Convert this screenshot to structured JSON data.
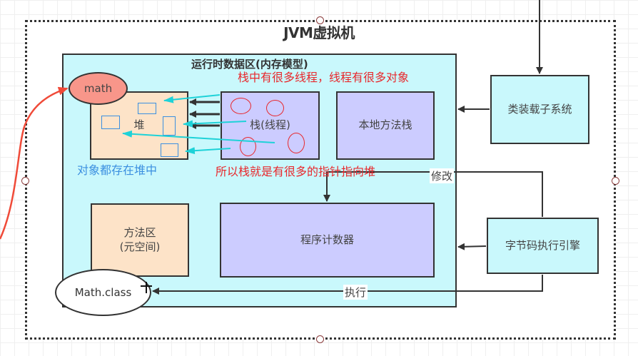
{
  "diagram": {
    "title": "JVM虚拟机",
    "runtime_area": {
      "title": "运行时数据区(内存模型)",
      "heap": {
        "label": "堆",
        "badge": "math"
      },
      "stack": {
        "label": "栈(线程)"
      },
      "native_stack": {
        "label": "本地方法栈"
      },
      "method_area": {
        "line1": "方法区",
        "line2": "(元空间)"
      },
      "program_counter": {
        "label": "程序计数器"
      }
    },
    "class_loader": {
      "label": "类装载子系统"
    },
    "execution_engine": {
      "label": "字节码执行引擎"
    },
    "class_file": {
      "label": "Math.class"
    },
    "edges": {
      "modify": "修改",
      "execute": "执行"
    },
    "annotations": {
      "stack_note": "栈中有很多线程，线程有很多对象",
      "pointer_note": "所以栈就是有很多的指针指向堆",
      "heap_note": "对象都存在堆中"
    },
    "colors": {
      "runtime_bg": "#c9f8fc",
      "heap_bg": "#fde3c8",
      "stack_bg": "#ccccff",
      "badge_bg": "#f8968a",
      "annotation_red": "#e8282c",
      "annotation_blue": "#3b8fe0",
      "pointer_arrow": "#1ed2d8"
    }
  }
}
